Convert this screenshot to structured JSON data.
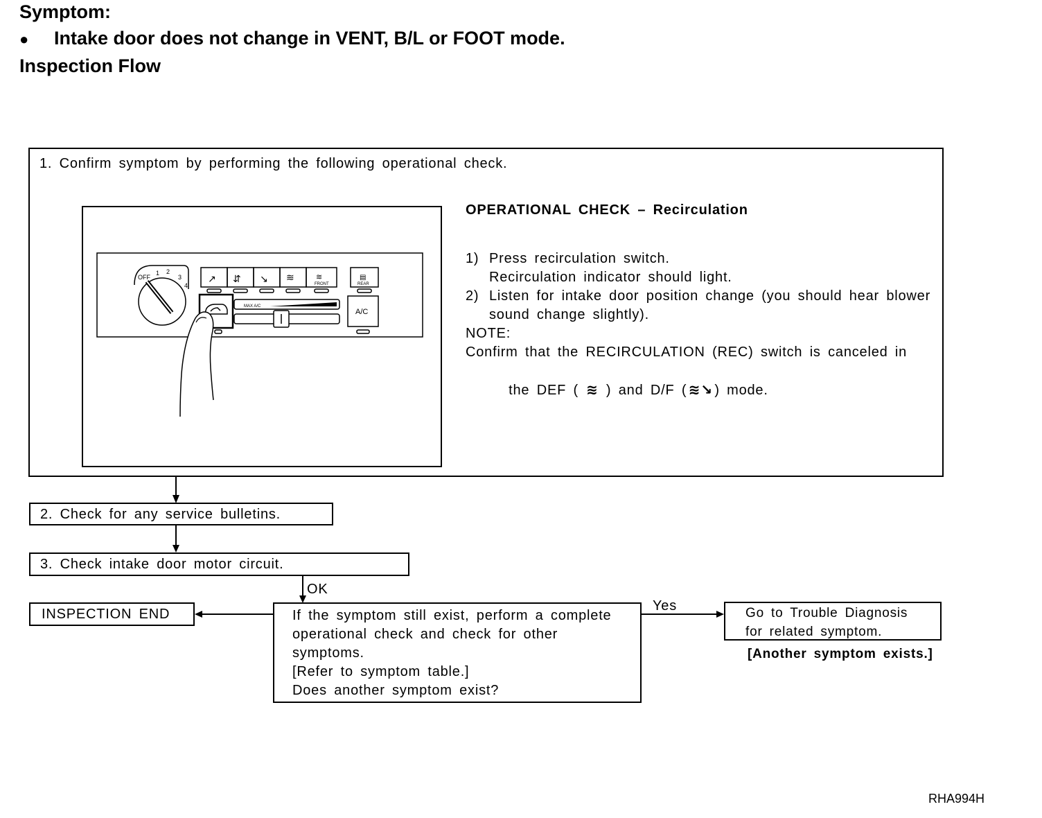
{
  "header": {
    "symptom_label": "Symptom:",
    "bullet": "●",
    "symptom_text": "Intake door does not change in VENT, B/L or FOOT mode.",
    "flow_title": "Inspection Flow"
  },
  "step1": {
    "title": "1. Confirm symptom by performing the following operational check.",
    "check_title": "OPERATIONAL CHECK – Recirculation",
    "items": [
      {
        "num": "1)",
        "lines": [
          "Press recirculation switch.",
          "Recirculation indicator should light."
        ]
      },
      {
        "num": "2)",
        "lines": [
          "Listen for intake door position change (you should hear blower",
          "sound change slightly)."
        ]
      }
    ],
    "note_label": "NOTE:",
    "note_line1": "Confirm that the RECIRCULATION (REC) switch is canceled in",
    "note_line2_a": "the DEF (",
    "note_line2_b": ") and D/F (",
    "note_line2_c": ") mode.",
    "panel": {
      "dial_off": "OFF",
      "dial_1": "1",
      "dial_2": "2",
      "dial_3": "3",
      "dial_4": "4",
      "max_ac": "MAX A/C",
      "ac": "A/C",
      "rear": "REAR",
      "front": "FRONT"
    }
  },
  "step2": {
    "title": "2. Check for any service bulletins."
  },
  "step3": {
    "title": "3. Check intake door motor circuit."
  },
  "ok_label": "OK",
  "end_box": {
    "label": "INSPECTION END"
  },
  "decision": {
    "lines": [
      "If the symptom still exist, perform a complete",
      "operational check and check for other",
      "symptoms.",
      "[Refer to symptom table.]",
      "Does another symptom exist?"
    ]
  },
  "yes_label": "Yes",
  "goto_box": {
    "lines": [
      "Go to Trouble Diagnosis",
      "for related symptom."
    ]
  },
  "another_symptom": "[Another symptom exists.]",
  "figure_code": "RHA994H"
}
